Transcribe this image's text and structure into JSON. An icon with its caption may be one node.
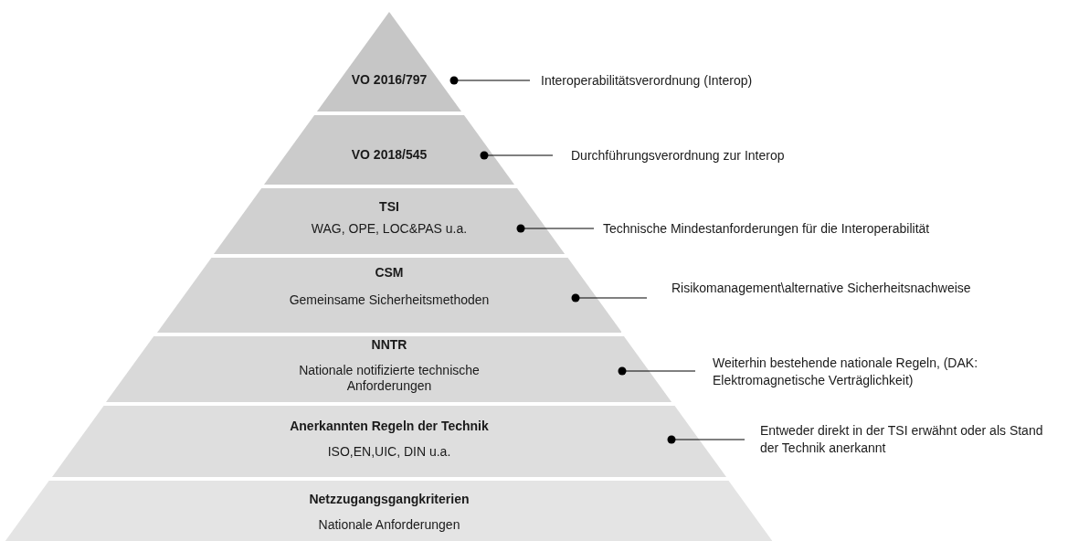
{
  "diagram": {
    "nodes": [
      {
        "text": [
          "VO 2016/797"
        ]
      },
      {
        "text": [
          "VO 2018/545"
        ]
      },
      {
        "text": [
          "TSI",
          "WAG, OPE, LOC&PAS u.a."
        ]
      },
      {
        "text": [
          "CSM",
          "Gemeinsame Sicherheitsmethoden"
        ]
      },
      {
        "text": [
          "NNTR",
          "Nationale notifizierte technische Anforderungen"
        ]
      },
      {
        "text": [
          "Anerkannten Regeln der Technik",
          "ISO,EN,UIC, DIN u.a."
        ]
      },
      {
        "text": [
          "Netzzugangsgangkriterien",
          "Nationale Anforderungen"
        ]
      },
      {
        "text": [
          "Interoperabilitätsverordnung (Interop)"
        ]
      },
      {
        "text": [
          "Durchführungsverordnung zur Interop"
        ]
      },
      {
        "text": [
          "Technische Mindestanforderungen für die Interoperabilität"
        ]
      },
      {
        "text": [
          "Risikomanagement\\alternative Sicherheitsnachweise"
        ]
      },
      {
        "text": [
          "Weiterhin bestehende nationale Regeln, (DAK: Elektromagnetische Verträglichkeit)"
        ]
      },
      {
        "text": [
          "Entweder direkt in der TSI erwähnt oder als Stand der Technik anerkannt"
        ]
      }
    ],
    "edges": [
      {
        "from": 0,
        "to": 7,
        "arrow": "other"
      },
      {
        "from": 1,
        "to": 8,
        "arrow": "other"
      },
      {
        "from": 2,
        "to": 9,
        "arrow": "other"
      },
      {
        "from": 3,
        "to": 10,
        "arrow": "other"
      },
      {
        "from": 4,
        "to": 11,
        "arrow": "other"
      },
      {
        "from": 5,
        "to": 12,
        "arrow": "other"
      }
    ]
  }
}
